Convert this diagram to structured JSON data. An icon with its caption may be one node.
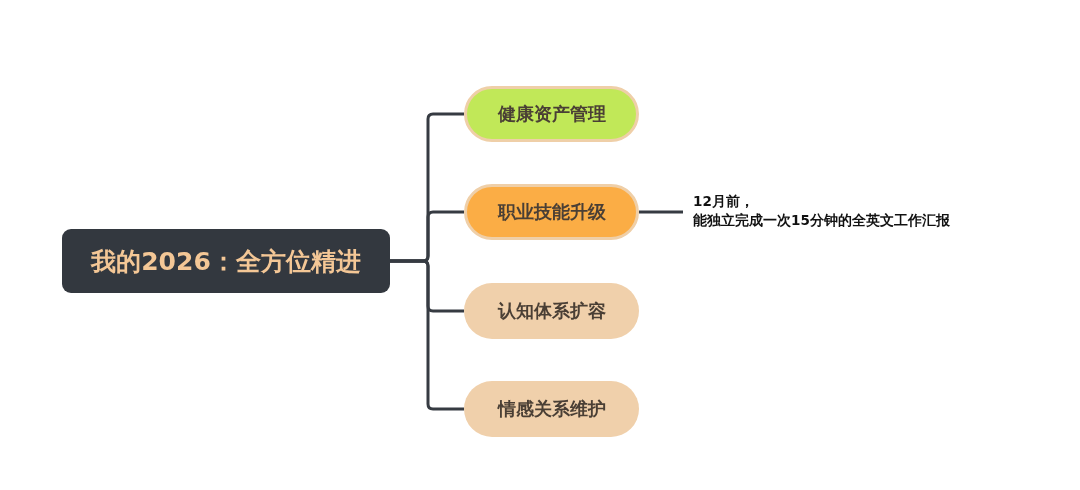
{
  "diagram": {
    "nodes": [
      {
        "text": [
          "我的2026：全方位精进"
        ]
      },
      {
        "text": [
          "健康资产管理"
        ]
      },
      {
        "text": [
          "职业技能升级"
        ]
      },
      {
        "text": [
          "认知体系扩容"
        ]
      },
      {
        "text": [
          "情感关系维护"
        ]
      },
      {
        "text": [
          "12月前，能独立完成一次15分钟的全英文工作汇报"
        ]
      }
    ],
    "edges": [
      {
        "from": 0,
        "to": 1,
        "arrow": "none"
      },
      {
        "from": 0,
        "to": 2,
        "arrow": "none"
      },
      {
        "from": 0,
        "to": 3,
        "arrow": "none"
      },
      {
        "from": 0,
        "to": 4,
        "arrow": "none"
      },
      {
        "from": 2,
        "to": 5,
        "arrow": "none"
      }
    ]
  }
}
